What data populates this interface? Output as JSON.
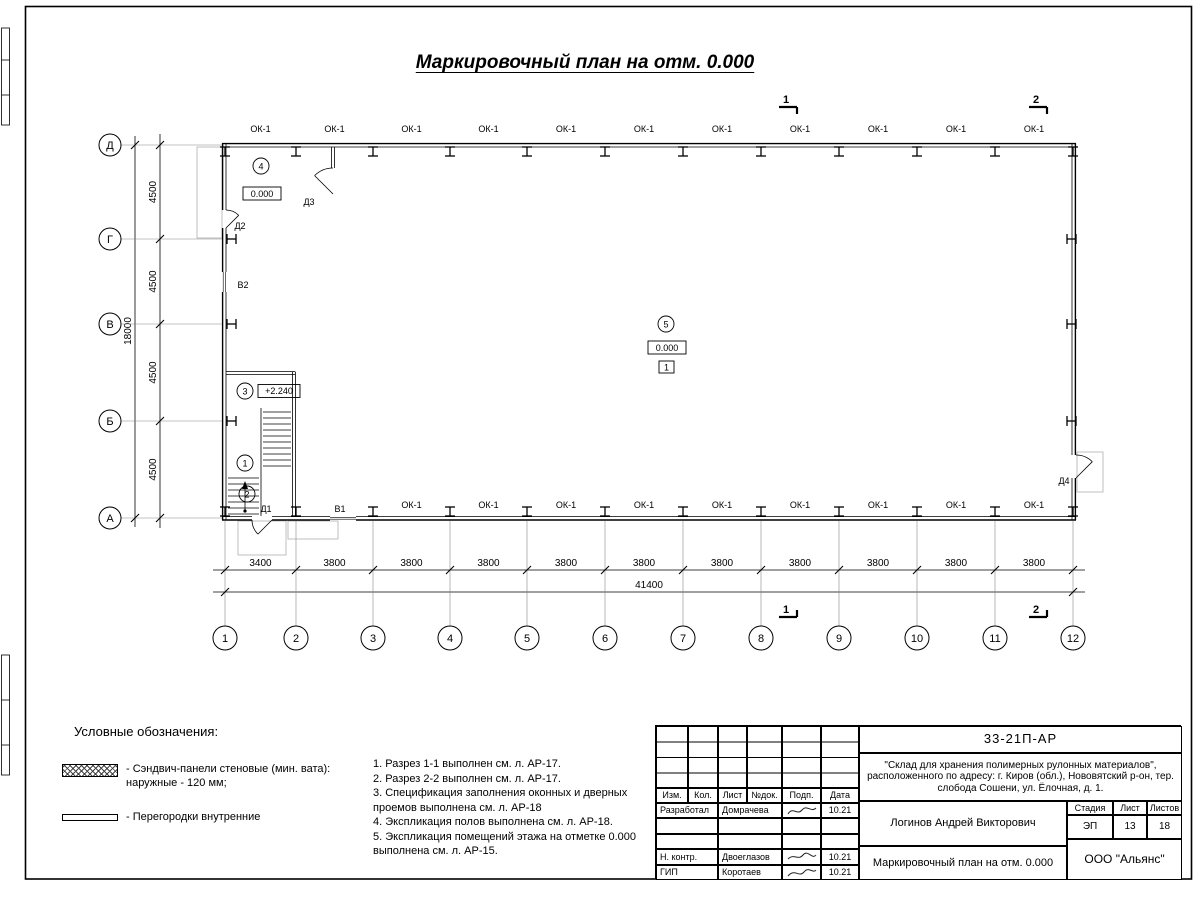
{
  "sheet_title": "Маркировочный план на отм. 0.000",
  "plan": {
    "axis_rows": [
      "Д",
      "Г",
      "В",
      "Б",
      "А"
    ],
    "axis_cols": [
      "1",
      "2",
      "3",
      "4",
      "5",
      "6",
      "7",
      "8",
      "9",
      "10",
      "11",
      "12"
    ],
    "window_mark": "ОК-1",
    "dims": {
      "first_bay": "3400",
      "bay": "3800",
      "total_width": "41400",
      "row": "4500",
      "total_height": "18000"
    },
    "marks": {
      "d1": "Д1",
      "d2": "Д2",
      "d3": "Д3",
      "d4": "Д4",
      "v1": "В1",
      "v2": "В2"
    },
    "rooms": {
      "r1": "1",
      "r2": "2",
      "r3": "3",
      "r4": "4",
      "r5": "5"
    },
    "elevations": {
      "zero": "0.000",
      "upper": "+2.240",
      "floor_type": "1"
    },
    "sections": {
      "s1": "1",
      "s2": "2"
    }
  },
  "legend": {
    "title": "Условные обозначения:",
    "items": [
      {
        "label": "- Сэндвич-панели стеновые (мин. вата):\n  наружные - 120 мм;"
      },
      {
        "label": "- Перегородки внутренние"
      }
    ]
  },
  "notes": [
    "1. Разрез 1-1 выполнен см. л. АР-17.",
    "2. Разрез 2-2 выполнен см. л. АР-17.",
    "3. Спецификация заполнения оконных и дверных проемов выполнена см. л. АР-18",
    "4. Экспликация полов выполнена см. л. АР-18.",
    "5. Экспликация помещений этажа на отметке 0.000 выполнена см. л. АР-15."
  ],
  "title_block": {
    "doc_number": "33-21П-АР",
    "project": "\"Склад для хранения полимерных рулонных материалов\",\nрасположенного по адресу: г. Киров (обл.), Нововятский р-он, тер.\nслобода Сошени, ул. Ёлочная, д. 1.",
    "cols": [
      "Изм.",
      "Кол.",
      "Лист",
      "№док.",
      "Подп.",
      "Дата"
    ],
    "rows": [
      {
        "role": "Разработал",
        "name": "Домрачева",
        "date": "10.21"
      },
      {
        "role": "Н. контр.",
        "name": "Двоеглазов",
        "date": "10.21"
      },
      {
        "role": "ГИП",
        "name": "Коротаев",
        "date": "10.21"
      }
    ],
    "approver": "Логинов Андрей Викторович",
    "stage_label": "Стадия",
    "sheet_label": "Лист",
    "sheets_label": "Листов",
    "stage": "ЭП",
    "sheet": "13",
    "sheets": "18",
    "drawing_title": "Маркировочный план на отм. 0.000",
    "company": "ООО \"Альянс\""
  }
}
